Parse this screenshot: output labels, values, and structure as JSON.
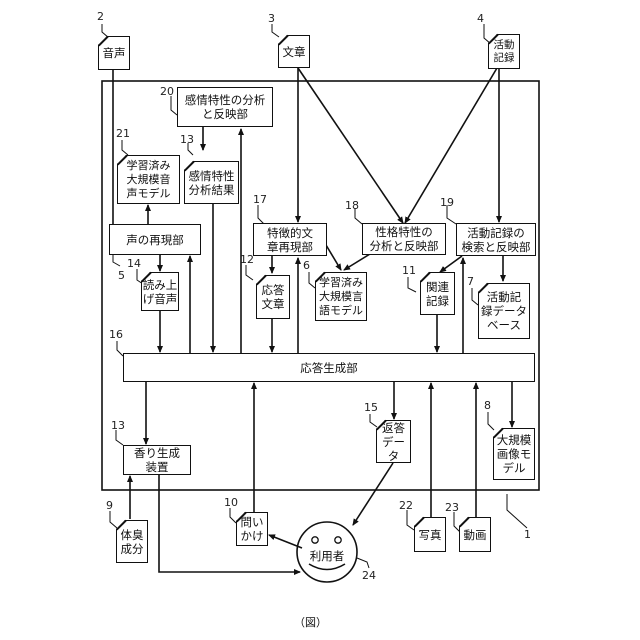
{
  "figure": {
    "caption": "（図）",
    "system_ref": "1"
  },
  "inputs": {
    "voice": {
      "ref": "2",
      "label": "音声"
    },
    "text": {
      "ref": "3",
      "label": "文章"
    },
    "activity_log": {
      "ref": "4",
      "label": "活動\n記録"
    }
  },
  "units": {
    "emotion_analysis": {
      "ref": "20",
      "label": "感情特性の分析\nと反映部"
    },
    "voice_reproduction": {
      "ref": "5",
      "label": "声の再現部"
    },
    "feature_text_reproduction": {
      "ref": "17",
      "label": "特徴的文\n章再現部"
    },
    "personality_analysis": {
      "ref": "18",
      "label": "性格特性の\n分析と反映部"
    },
    "activity_search": {
      "ref": "19",
      "label": "活動記録の\n検索と反映部"
    },
    "response_generation": {
      "ref": "16",
      "label": "応答生成部"
    },
    "aroma_device": {
      "ref": "13",
      "label": "香り生成\n装置"
    }
  },
  "data_items": {
    "voice_model": {
      "ref": "21",
      "label": "学習済み\n大規模音\n声モデル"
    },
    "emotion_result": {
      "ref": "13",
      "label": "感情特性\n分析結果"
    },
    "read_aloud_voice": {
      "ref": "14",
      "label": "読み上\nげ音声"
    },
    "response_text": {
      "ref": "12",
      "label": "応答\n文章"
    },
    "language_model": {
      "ref": "6",
      "label": "学習済み\n大規模言\n語モデル"
    },
    "related_record": {
      "ref": "11",
      "label": "関連\n記録"
    },
    "activity_db": {
      "ref": "7",
      "label": "活動記\n録データ\nベース"
    },
    "reply_data": {
      "ref": "15",
      "label": "返答\nデータ"
    },
    "image_model": {
      "ref": "8",
      "label": "大規模\n画像モ\nデル"
    },
    "body_odor": {
      "ref": "9",
      "label": "体臭\n成分"
    },
    "question": {
      "ref": "10",
      "label": "問い\nかけ"
    },
    "photo": {
      "ref": "22",
      "label": "写真"
    },
    "video": {
      "ref": "23",
      "label": "動画"
    }
  },
  "user": {
    "ref": "24",
    "label": "利用者",
    "icon": "smiley-face-icon"
  }
}
